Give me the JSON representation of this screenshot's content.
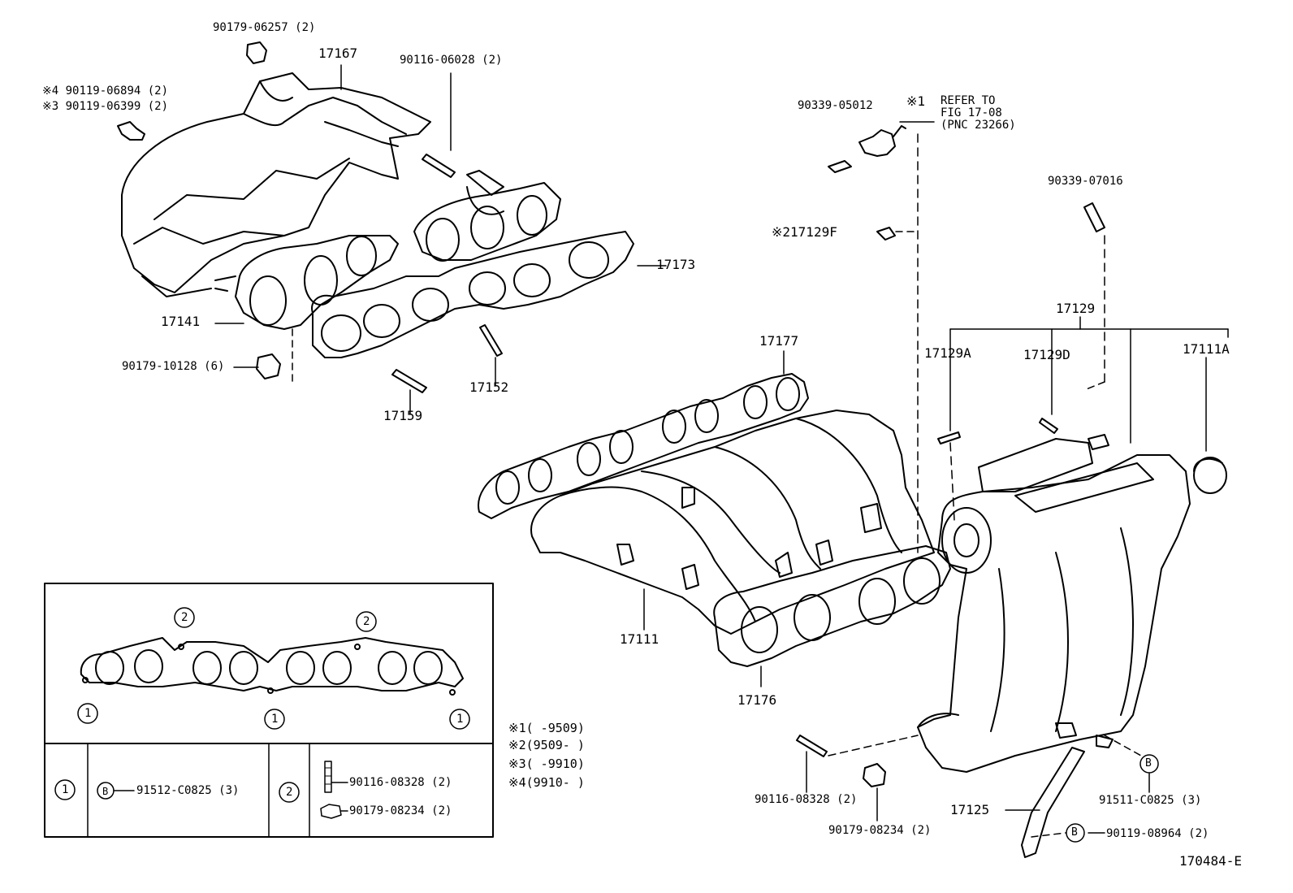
{
  "colors": {
    "ink": "#000000",
    "paper": "#ffffff"
  },
  "labels": {
    "p90179_06257": "90179-06257 (2)",
    "p17167": "17167",
    "p90116_06028": "90116-06028 (2)",
    "p4_90119_06894": "※4 90119-06894 (2)",
    "p3_90119_06399": "※3 90119-06399 (2)",
    "p17173": "17173",
    "p17141": "17141",
    "p90179_10128": "90179-10128 (6)",
    "p17152": "17152",
    "p17159": "17159",
    "p90339_05012": "90339-05012",
    "ref_mark": "※1",
    "ref_line1": "REFER TO",
    "ref_line2": "FIG 17-08",
    "ref_line3": "(PNC 23266)",
    "p2_17129f": "※217129F",
    "p90339_07016": "90339-07016",
    "p17129": "17129",
    "p17129a": "17129A",
    "p17129d": "17129D",
    "p17111a": "17111A",
    "p17177": "17177",
    "p17111": "17111",
    "p17176": "17176",
    "p90116_08328_main": "90116-08328 (2)",
    "p90179_08234_main": "90179-08234 (2)",
    "p91511_c0825": "91511-C0825 (3)",
    "p17125": "17125",
    "p90119_08964": "90119-08964 (2)",
    "figure_code": "170484-E"
  },
  "inset": {
    "circle1": "1",
    "circle2": "2",
    "row1_marker": "1",
    "row1_b": "B",
    "row1_part": "91512-C0825 (3)",
    "row2_marker": "2",
    "row2_part_a": "90116-08328 (2)",
    "row2_part_b": "90179-08234 (2)"
  },
  "notes": {
    "n1": "※1(     -9509)",
    "n2": "※2(9509-     )",
    "n3": "※3(     -9910)",
    "n4": "※4(9910-     )"
  },
  "callout_b": "B",
  "icons": [
    "bolt",
    "nut",
    "stud",
    "plug",
    "gasket",
    "intake-manifold",
    "air-intake-chamber"
  ]
}
